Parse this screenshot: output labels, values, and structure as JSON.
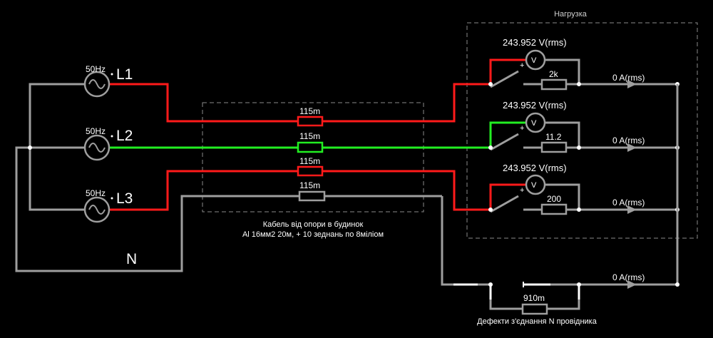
{
  "colors": {
    "background": "#000000",
    "neutral_wire": "#9e9e9e",
    "l1_wire": "#ff1a1a",
    "l2_wire": "#22ee22",
    "l3_wire": "#ff1a1a",
    "node": "#ffffff",
    "box_dash": "#8a8a8a"
  },
  "sources": [
    {
      "freq": "50Hz",
      "phase": "L1"
    },
    {
      "freq": "50Hz",
      "phase": "L2"
    },
    {
      "freq": "50Hz",
      "phase": "L3"
    }
  ],
  "neutral_label": "N",
  "cable": {
    "resistors": [
      "115m",
      "115m",
      "115m",
      "115m"
    ],
    "caption_line1": "Кабель від опори в будинок",
    "caption_line2": "Al 16мм2 20м, + 10 зеднань по 8міліом"
  },
  "load": {
    "title": "Нагрузка",
    "branches": [
      {
        "voltmeter_reading": "243.952 V(rms)",
        "voltmeter_symbol": "V",
        "polarity": "+",
        "resistor": "2k",
        "current": "0 A(rms)"
      },
      {
        "voltmeter_reading": "243.952 V(rms)",
        "voltmeter_symbol": "V",
        "polarity": "+",
        "resistor": "11.2",
        "current": "0 A(rms)"
      },
      {
        "voltmeter_reading": "243.952 V(rms)",
        "voltmeter_symbol": "V",
        "polarity": "+",
        "resistor": "200",
        "current": "0 A(rms)"
      }
    ]
  },
  "neutral_defect": {
    "resistor": "910m",
    "current": "0 A(rms)",
    "caption": "Дефекти з'єднання N провідника"
  }
}
